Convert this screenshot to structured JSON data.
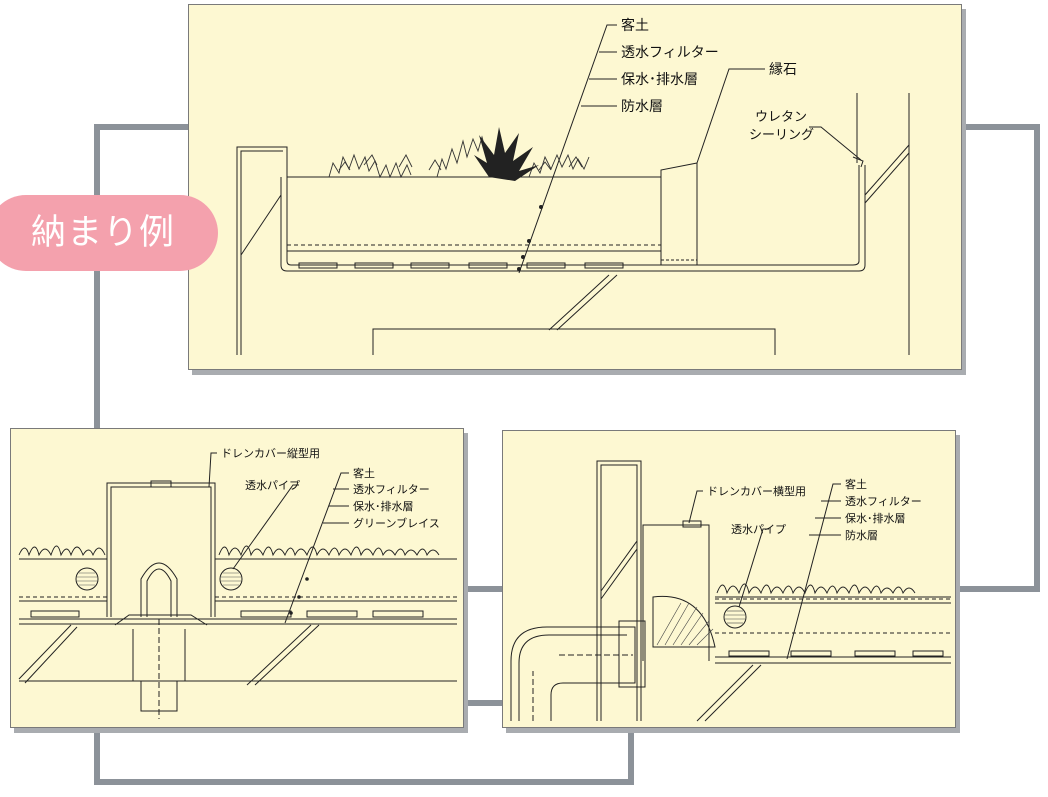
{
  "badge": {
    "label": "納まり例",
    "color": "#f4a1ad"
  },
  "frame_color": "#8c9299",
  "panel_color": "#fdf8d2",
  "top_panel": {
    "labels": {
      "soil": "客土",
      "filter": "透水フィルター",
      "drain_layer": "保水･排水層",
      "waterproof": "防水層",
      "curb": "縁石",
      "sealing_1": "ウレタン",
      "sealing_2": "シーリング"
    }
  },
  "left_panel": {
    "labels": {
      "drain_cover": "ドレンカバー縦型用",
      "pipe": "透水パイプ",
      "soil": "客土",
      "filter": "透水フィルター",
      "drain_layer": "保水･排水層",
      "green_brace": "グリーンブレイス"
    }
  },
  "right_panel": {
    "labels": {
      "drain_cover": "ドレンカバー横型用",
      "pipe": "透水パイプ",
      "soil": "客土",
      "filter": "透水フィルター",
      "drain_layer": "保水･排水層",
      "waterproof": "防水層"
    }
  }
}
